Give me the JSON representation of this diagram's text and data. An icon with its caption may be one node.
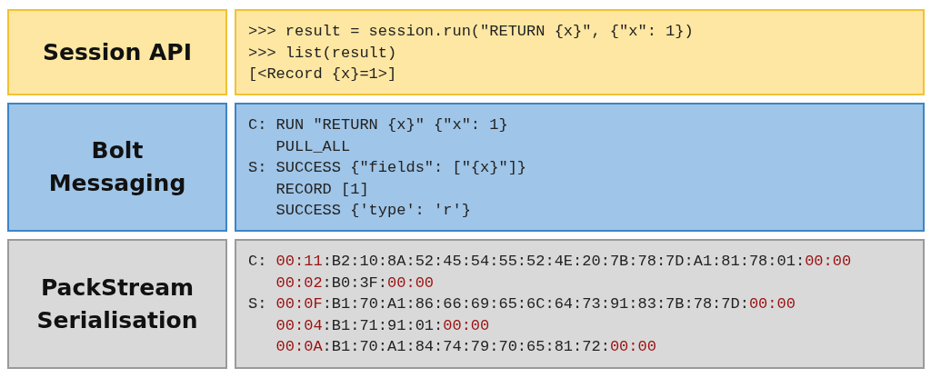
{
  "diagram": {
    "nodes": [
      {
        "text": [
          "Session API"
        ]
      },
      {
        "text": [
          ">>> result = session.run(\"RETURN {x}\", {\"x\": 1})",
          ">>> list(result)",
          "[<Record {x}=1>]"
        ]
      },
      {
        "text": [
          "Bolt Messaging"
        ]
      },
      {
        "text": [
          "C: RUN \"RETURN {x}\" {\"x\": 1}",
          "PULL_ALL",
          "S: SUCCESS {\"fields\": [\"{x}\"]}",
          "RECORD [1]",
          "SUCCESS {'type': 'r'}"
        ]
      },
      {
        "text": [
          "PackStream Serialisation"
        ]
      },
      {
        "text": [
          "C: 00:11:B2:10:8A:52:45:54:55:52:4E:20:7B:78:7D:A1:81:78:01:00:00",
          "00:02:B0:3F:00:00",
          "S: 00:0F:B1:70:A1:86:66:69:65:6C:64:73:91:83:7B:78:7D:00:00",
          "00:04:B1:71:91:01:00:00",
          "00:0A:B1:70:A1:84:74:79:70:65:81:72:00:00"
        ]
      }
    ],
    "edges": []
  }
}
